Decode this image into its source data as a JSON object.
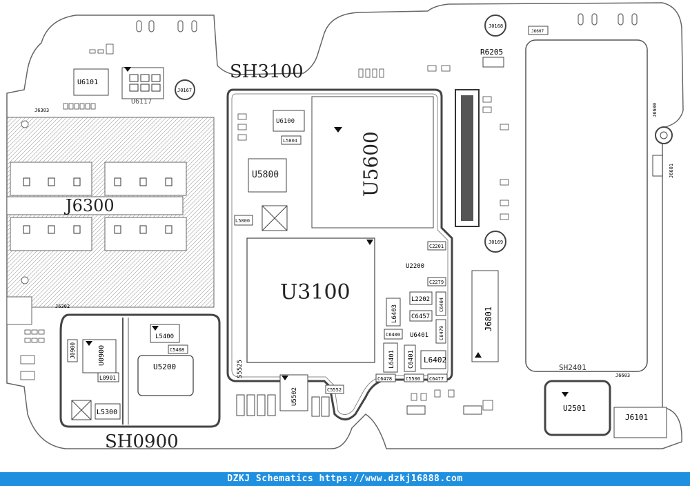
{
  "footer": {
    "text": "DZKJ Schematics https://www.dzkj16888.com"
  },
  "colors": {
    "footer_bg": "#1f8fe0",
    "outline": "#555555",
    "hatch": "#bbbbbb"
  },
  "shields": {
    "sh3100": "SH3100",
    "sh0900": "SH0900",
    "sh2401": "SH2401"
  },
  "major": {
    "j6300": "J6300",
    "u5600": "U5600",
    "u3100": "U3100",
    "u5800": "U5800",
    "u5200": "U5200",
    "u6101": "U6101",
    "u6117": "U6117",
    "u0900": "U0900",
    "u2501": "U2501",
    "u2200": "U2200",
    "u6401": "U6401",
    "u5502": "U5502",
    "j6801": "J6801",
    "j6101": "J6101",
    "r6205": "R6205",
    "j0168": "J0168",
    "j0169": "J0169",
    "j0167": "J0167",
    "j6302": "J6302",
    "j6303": "J6303",
    "j6601": "J6601",
    "j6603": "J6603",
    "j6607": "J6607",
    "j0900": "J0900",
    "l5300": "L5300",
    "l5400": "L5400",
    "l0901": "L0901",
    "l6403": "L6403",
    "l6402": "L6402",
    "l6401": "L6401",
    "l2202": "L2202",
    "l5800": "L5800",
    "l5804": "L5804",
    "c5500": "C5500",
    "c6478": "C6478",
    "c6477": "C6477",
    "c6457": "C6457",
    "c6400": "C6400",
    "c6401": "C6401",
    "c6479": "C6479",
    "c6404": "C6404",
    "c2279": "C2279",
    "c2201": "C2201",
    "c5408": "C5408",
    "c5552": "C5552",
    "s5525": "S5525",
    "u6100": "U6100"
  }
}
